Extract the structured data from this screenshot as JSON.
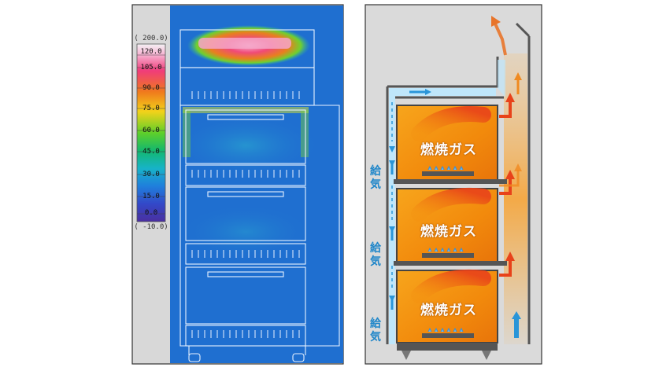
{
  "thermal": {
    "scale_max": "( 200.0)",
    "scale_min": "( -10.0)",
    "ticks": [
      "120.0",
      "105.0",
      "90.0",
      "75.0",
      "60.0",
      "45.0",
      "30.0",
      "15.0",
      "0.0"
    ]
  },
  "schematic": {
    "chambers": [
      {
        "label": "燃焼ガス"
      },
      {
        "label": "燃焼ガス"
      },
      {
        "label": "燃焼ガス"
      }
    ],
    "supply_labels": [
      {
        "line1": "給",
        "line2": "気"
      },
      {
        "line1": "給",
        "line2": "気"
      },
      {
        "line1": "給",
        "line2": "気"
      }
    ]
  },
  "colors": {
    "thermal_background": "#1f6fd0",
    "panel_gray": "#dadada",
    "chamber_orange": "#f28a0c",
    "air_blue": "#2a95d8",
    "hot_red": "#e8421a"
  }
}
